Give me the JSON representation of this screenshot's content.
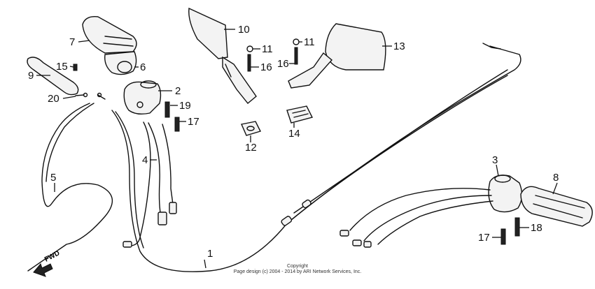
{
  "callouts": [
    {
      "id": "1",
      "text": "1"
    },
    {
      "id": "2",
      "text": "2"
    },
    {
      "id": "3",
      "text": "3"
    },
    {
      "id": "4",
      "text": "4"
    },
    {
      "id": "5",
      "text": "5"
    },
    {
      "id": "6",
      "text": "6"
    },
    {
      "id": "7",
      "text": "7"
    },
    {
      "id": "8",
      "text": "8"
    },
    {
      "id": "9",
      "text": "9"
    },
    {
      "id": "10",
      "text": "10"
    },
    {
      "id": "11a",
      "text": "11"
    },
    {
      "id": "11b",
      "text": "11"
    },
    {
      "id": "12",
      "text": "12"
    },
    {
      "id": "13",
      "text": "13"
    },
    {
      "id": "14",
      "text": "14"
    },
    {
      "id": "15",
      "text": "15"
    },
    {
      "id": "16a",
      "text": "16"
    },
    {
      "id": "16b",
      "text": "16"
    },
    {
      "id": "17a",
      "text": "17"
    },
    {
      "id": "17b",
      "text": "17"
    },
    {
      "id": "18",
      "text": "18"
    },
    {
      "id": "19",
      "text": "19"
    },
    {
      "id": "20",
      "text": "20"
    }
  ],
  "fwd_label": "FWD",
  "copyright": {
    "line1": "Copyright",
    "line2": "Page design (c) 2004 - 2014 by ARI Network Services, Inc."
  }
}
